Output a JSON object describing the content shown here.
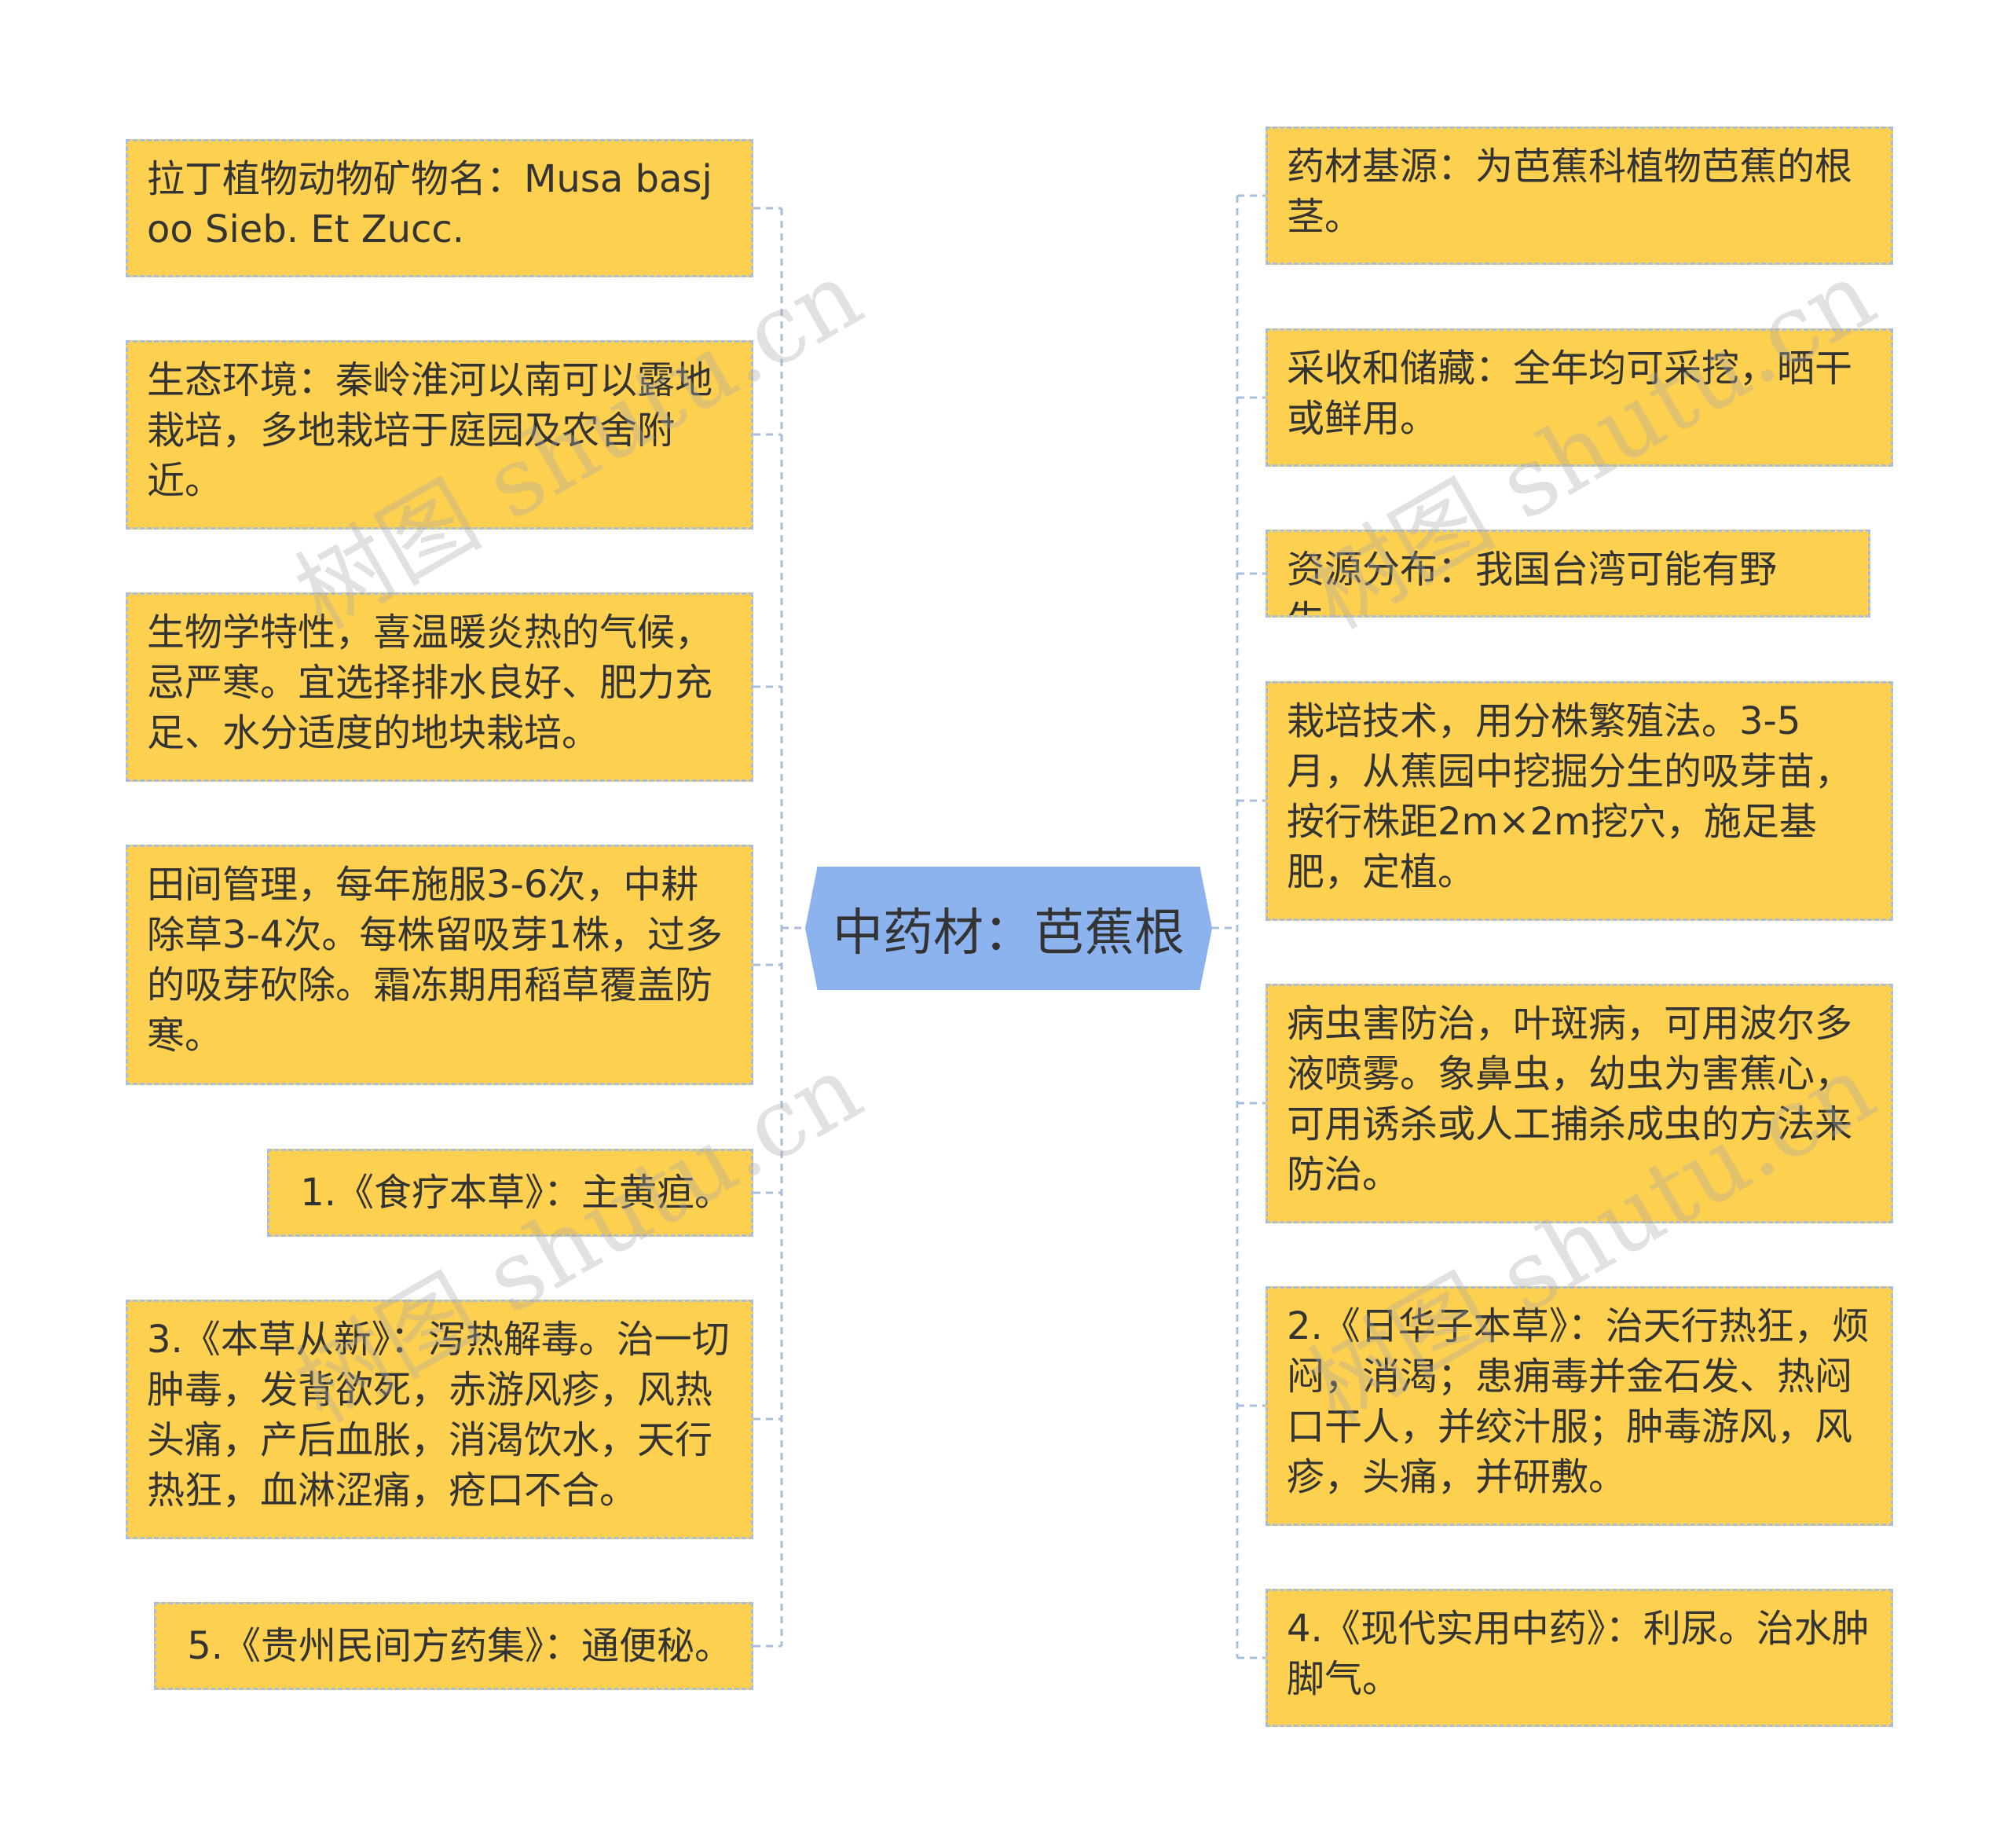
{
  "center": {
    "label": "中药材：芭蕉根"
  },
  "left_nodes": [
    {
      "text": "拉丁植物动物矿物名：Musa basjoo Sieb. Et Zucc."
    },
    {
      "text": "生态环境：秦岭淮河以南可以露地栽培，多地栽培于庭园及农舍附近。"
    },
    {
      "text": "生物学特性，喜温暖炎热的气候，忌严寒。宜选择排水良好、肥力充足、水分适度的地块栽培。"
    },
    {
      "text": "田间管理，每年施服3-6次，中耕除草3-4次。每株留吸芽1株，过多的吸芽砍除。霜冻期用稻草覆盖防寒。"
    },
    {
      "text": "1.《食疗本草》：主黄疸。"
    },
    {
      "text": "3.《本草从新》：泻热解毒。治一切肿毒，发背欲死，赤游风疹，风热头痛，产后血胀，消渴饮水，天行热狂，血淋涩痛，疮口不合。"
    },
    {
      "text": "5.《贵州民间方药集》：通便秘。"
    }
  ],
  "right_nodes": [
    {
      "text": "药材基源：为芭蕉科植物芭蕉的根茎。"
    },
    {
      "text": "采收和储藏：全年均可采挖，晒干或鲜用。"
    },
    {
      "text": "资源分布：我国台湾可能有野生。"
    },
    {
      "text": "栽培技术，用分株繁殖法。3-5月，从蕉园中挖掘分生的吸芽苗，按行株距2m×2m挖穴，施足基肥，定植。"
    },
    {
      "text": "病虫害防治，叶斑病，可用波尔多液喷雾。象鼻虫，幼虫为害蕉心，可用诱杀或人工捕杀成虫的方法来防治。"
    },
    {
      "text": "2.《日华子本草》：治天行热狂，烦闷，消渴；患痈毒并金石发、热闷口干人，并绞汁服；肿毒游风，风疹，头痛，并研敷。"
    },
    {
      "text": "4.《现代实用中药》：利尿。治水肿脚气。"
    }
  ],
  "watermark": "树图 shutu.cn",
  "colors": {
    "node_fill": "#fdd04f",
    "node_border": "#a9bedc",
    "center_fill": "#8db3ef",
    "connector": "#a9bedc",
    "text": "#333333"
  }
}
